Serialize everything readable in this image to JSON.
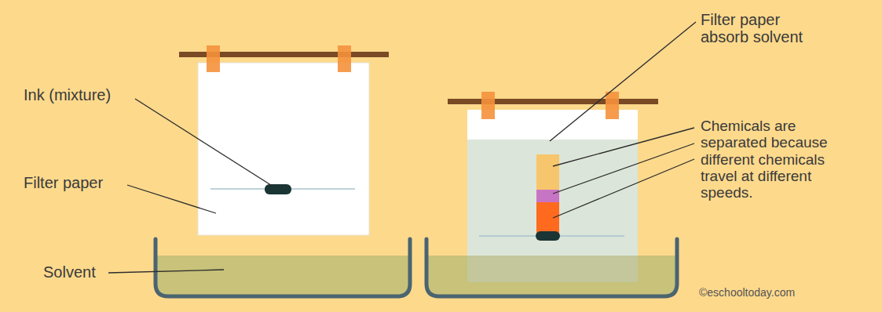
{
  "diagram": {
    "labels": [
      "Ink (mixture)",
      "Filter paper",
      "Solvent",
      "Filter paper absorb solvent",
      "Chemicals are separated because different chemicals travel at different speeds.",
      "©eschooltoday.com"
    ]
  }
}
